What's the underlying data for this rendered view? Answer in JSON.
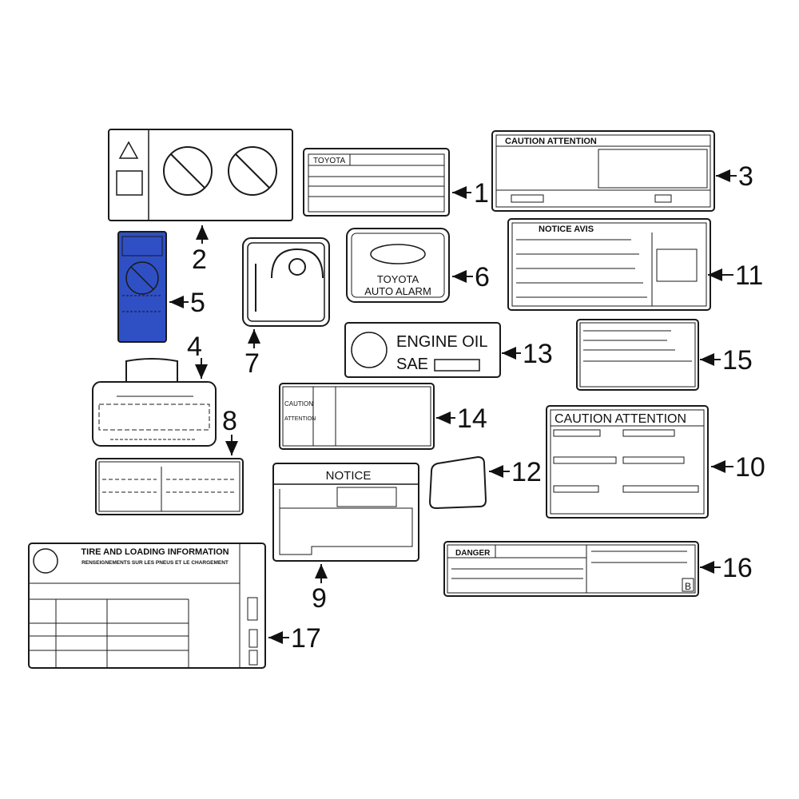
{
  "callouts": [
    "1",
    "2",
    "3",
    "4",
    "5",
    "6",
    "7",
    "8",
    "9",
    "10",
    "11",
    "12",
    "13",
    "14",
    "15",
    "16",
    "17"
  ],
  "labels": {
    "toyota_plate": "TOYOTA",
    "caution_attention_3": "CAUTION   ATTENTION",
    "notice_avis": "NOTICE  AVIS",
    "alarm_line1": "TOYOTA",
    "alarm_line2": "AUTO ALARM",
    "engine_oil": "ENGINE  OIL",
    "sae": "SAE",
    "caution_14": "CAUTION",
    "attention_14": "ATTENTION",
    "notice_9": "NOTICE",
    "caution_attention_10": "CAUTION  ATTENTION",
    "danger": "DANGER",
    "b_badge": "B",
    "tire_title": "TIRE AND LOADING INFORMATION",
    "tire_subtitle": "RENSEIGNEMENTS SUR LES PNEUS ET LE CHARGEMENT"
  },
  "colors": {
    "blue_label": "#2f4fc4",
    "line": "#1a1a1a"
  }
}
